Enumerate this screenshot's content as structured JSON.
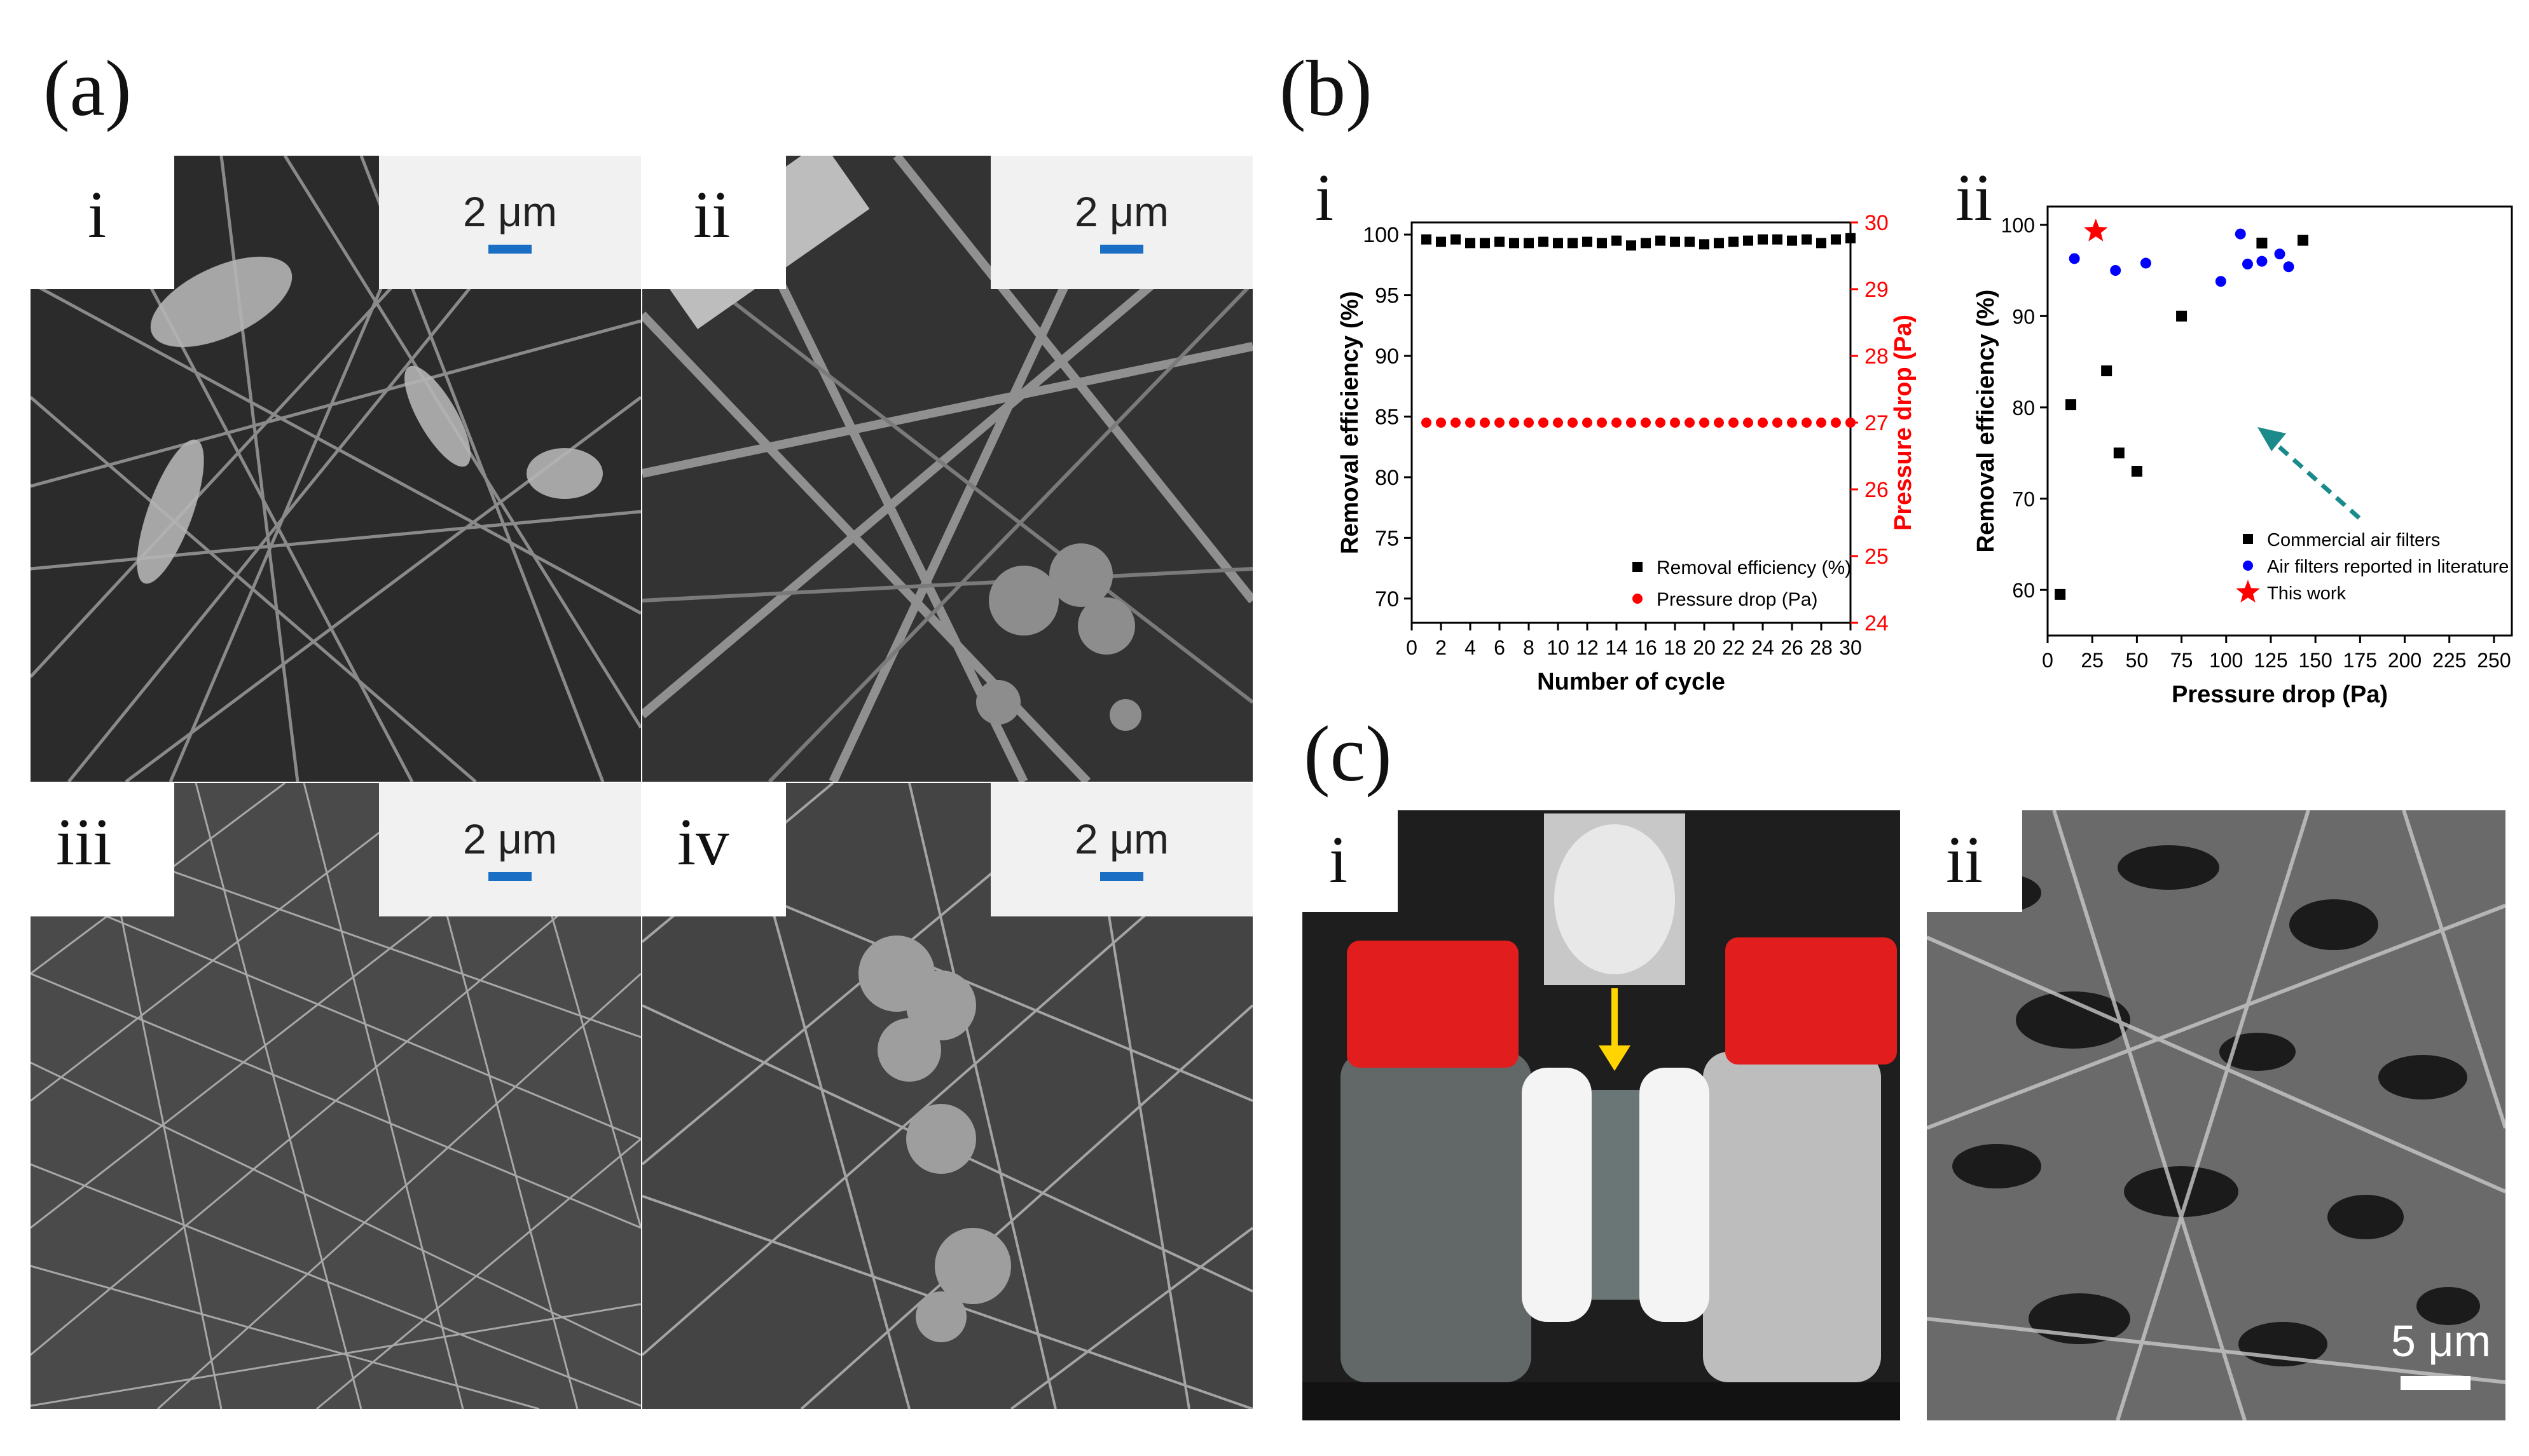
{
  "panel_labels": {
    "a": "(a)",
    "b": "(b)",
    "c": "(c)"
  },
  "sem_panels": [
    {
      "label": "i",
      "scale": "2 μm"
    },
    {
      "label": "ii",
      "scale": "2 μm"
    },
    {
      "label": "iii",
      "scale": "2 μm"
    },
    {
      "label": "iv",
      "scale": "2 μm"
    }
  ],
  "photo_c": {
    "label_i": "i",
    "label_ii": "ii",
    "scale": "5 μm"
  },
  "chart_data": [
    {
      "panel": "i",
      "type": "scatter",
      "xlabel": "Number of cycle",
      "ylabel": "Removal efficiency (%)",
      "y2label": "Pressure drop (Pa)",
      "xlim": [
        0,
        30
      ],
      "ylim": [
        68,
        101
      ],
      "y2lim": [
        24,
        30
      ],
      "xticks": [
        "0",
        "2",
        "4",
        "6",
        "8",
        "10",
        "12",
        "14",
        "16",
        "18",
        "20",
        "22",
        "24",
        "26",
        "28",
        "30"
      ],
      "yticks": [
        "70",
        "75",
        "80",
        "85",
        "90",
        "95",
        "100"
      ],
      "y2ticks": [
        "24",
        "25",
        "26",
        "27",
        "28",
        "29",
        "30"
      ],
      "legend_position": "bottom-right",
      "series": [
        {
          "name": "Removal efficiency (%)",
          "axis": "left",
          "marker": "square",
          "color": "#000000",
          "x": [
            1,
            2,
            3,
            4,
            5,
            6,
            7,
            8,
            9,
            10,
            11,
            12,
            13,
            14,
            15,
            16,
            17,
            18,
            19,
            20,
            21,
            22,
            23,
            24,
            25,
            26,
            27,
            28,
            29,
            30
          ],
          "y": [
            99.6,
            99.4,
            99.6,
            99.3,
            99.3,
            99.4,
            99.3,
            99.3,
            99.4,
            99.3,
            99.3,
            99.4,
            99.3,
            99.5,
            99.1,
            99.3,
            99.5,
            99.4,
            99.4,
            99.2,
            99.3,
            99.4,
            99.5,
            99.6,
            99.6,
            99.5,
            99.6,
            99.3,
            99.6,
            99.7
          ]
        },
        {
          "name": "Pressure drop (Pa)",
          "axis": "right",
          "marker": "circle",
          "color": "#ff0000",
          "x": [
            1,
            2,
            3,
            4,
            5,
            6,
            7,
            8,
            9,
            10,
            11,
            12,
            13,
            14,
            15,
            16,
            17,
            18,
            19,
            20,
            21,
            22,
            23,
            24,
            25,
            26,
            27,
            28,
            29,
            30
          ],
          "y": [
            27,
            27,
            27,
            27,
            27,
            27,
            27,
            27,
            27,
            27,
            27,
            27,
            27,
            27,
            27,
            27,
            27,
            27,
            27,
            27,
            27,
            27,
            27,
            27,
            27,
            27,
            27,
            27,
            27,
            27
          ]
        }
      ]
    },
    {
      "panel": "ii",
      "type": "scatter",
      "xlabel": "Pressure drop (Pa)",
      "ylabel": "Removal efficiency (%)",
      "xlim": [
        0,
        260
      ],
      "ylim": [
        55,
        102
      ],
      "xticks": [
        "0",
        "25",
        "50",
        "75",
        "100",
        "125",
        "150",
        "175",
        "200",
        "225",
        "250"
      ],
      "yticks": [
        "60",
        "70",
        "80",
        "90",
        "100"
      ],
      "legend_position": "bottom-right",
      "series": [
        {
          "name": "Commercial air filters",
          "marker": "square",
          "color": "#000000",
          "x": [
            7,
            13,
            33,
            40,
            50,
            75,
            120,
            143
          ],
          "y": [
            59.5,
            80.3,
            84,
            75,
            73,
            90,
            98,
            98.3
          ]
        },
        {
          "name": "Air filters reported in literature",
          "marker": "circle",
          "color": "#0000ff",
          "x": [
            15,
            38,
            55,
            97,
            108,
            112,
            120,
            130,
            135
          ],
          "y": [
            96.3,
            95,
            95.8,
            93.8,
            99,
            95.7,
            96,
            96.8,
            95.4
          ]
        },
        {
          "name": "This work",
          "marker": "star",
          "color": "#ff0000",
          "x": [
            27
          ],
          "y": [
            99.3
          ]
        }
      ],
      "annotation": {
        "type": "arrow",
        "color": "#1a8a8a",
        "style": "dashed"
      }
    }
  ]
}
